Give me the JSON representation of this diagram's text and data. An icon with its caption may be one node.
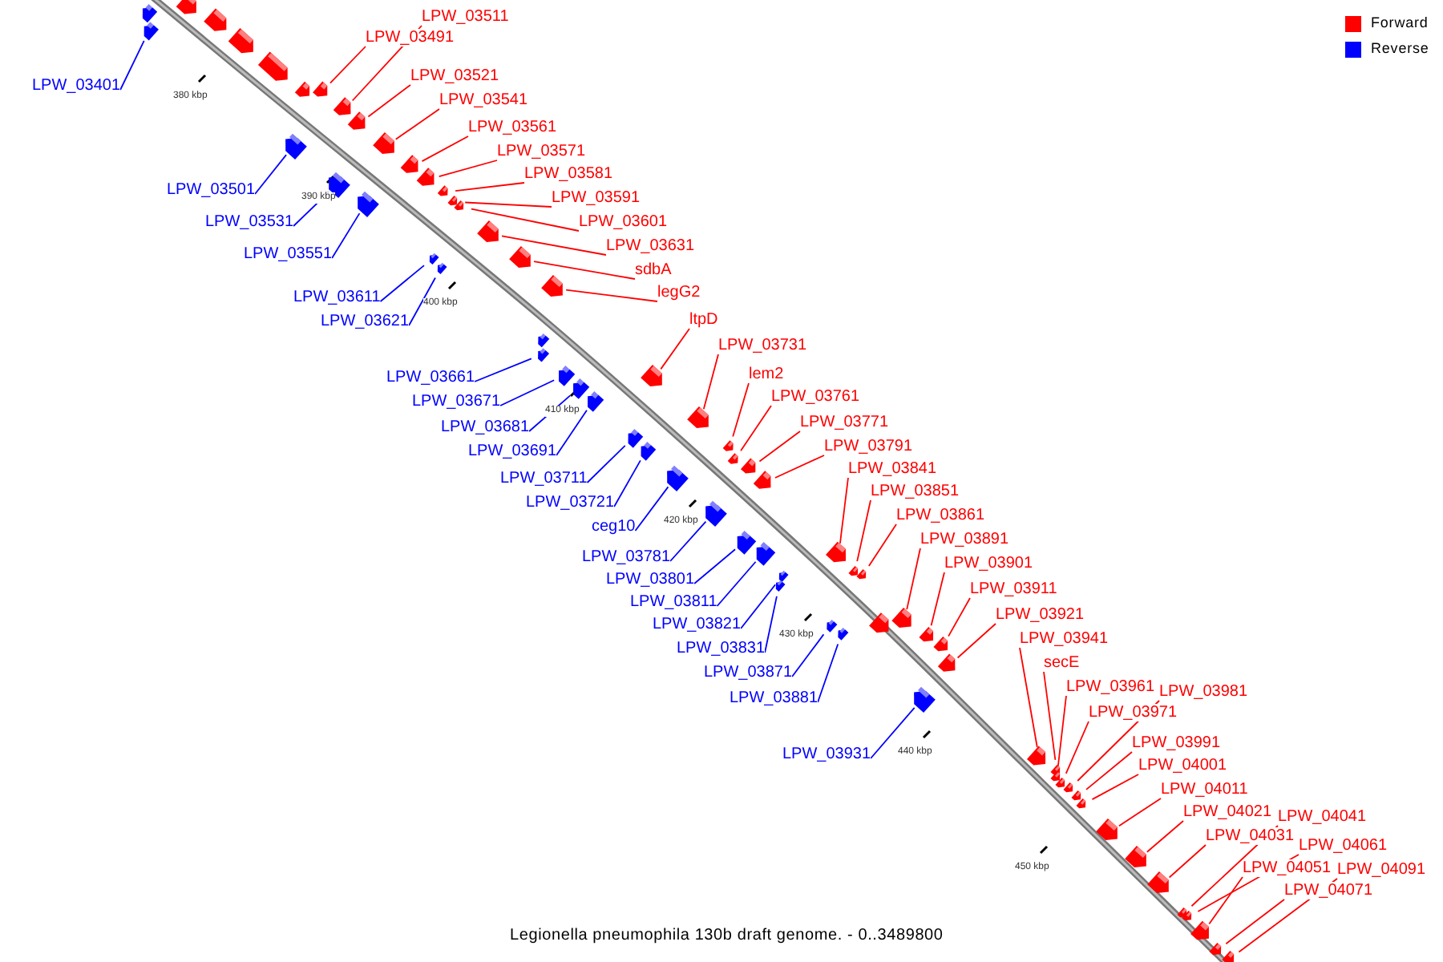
{
  "diagram": {
    "caption": "Legionella pneumophila 130b draft genome. - 0..3489800",
    "nodes": [
      {
        "text": [
          "LPW_03511"
        ]
      },
      {
        "text": [
          "LPW_03491"
        ]
      },
      {
        "text": [
          "LPW_03521"
        ]
      },
      {
        "text": [
          "LPW_03541"
        ]
      },
      {
        "text": [
          "LPW_03561"
        ]
      },
      {
        "text": [
          "LPW_03571"
        ]
      },
      {
        "text": [
          "LPW_03581"
        ]
      },
      {
        "text": [
          "LPW_03591"
        ]
      },
      {
        "text": [
          "LPW_03601"
        ]
      },
      {
        "text": [
          "LPW_03631"
        ]
      },
      {
        "text": [
          "sdbA"
        ]
      },
      {
        "text": [
          "legG2"
        ]
      },
      {
        "text": [
          "ltpD"
        ]
      },
      {
        "text": [
          "LPW_03731"
        ]
      },
      {
        "text": [
          "lem2"
        ]
      },
      {
        "text": [
          "LPW_03761"
        ]
      },
      {
        "text": [
          "LPW_03771"
        ]
      },
      {
        "text": [
          "LPW_03791"
        ]
      },
      {
        "text": [
          "LPW_03841"
        ]
      },
      {
        "text": [
          "LPW_03851"
        ]
      },
      {
        "text": [
          "LPW_03861"
        ]
      },
      {
        "text": [
          "LPW_03891"
        ]
      },
      {
        "text": [
          "LPW_03901"
        ]
      },
      {
        "text": [
          "LPW_03911"
        ]
      },
      {
        "text": [
          "LPW_03921"
        ]
      },
      {
        "text": [
          "LPW_03941"
        ]
      },
      {
        "text": [
          "secE"
        ]
      },
      {
        "text": [
          "LPW_03961"
        ]
      },
      {
        "text": [
          "LPW_03981"
        ]
      },
      {
        "text": [
          "LPW_03971"
        ]
      },
      {
        "text": [
          "LPW_03991"
        ]
      },
      {
        "text": [
          "LPW_04001"
        ]
      },
      {
        "text": [
          "LPW_04011"
        ]
      },
      {
        "text": [
          "LPW_04021"
        ]
      },
      {
        "text": [
          "LPW_04041"
        ]
      },
      {
        "text": [
          "LPW_04031"
        ]
      },
      {
        "text": [
          "LPW_04061"
        ]
      },
      {
        "text": [
          "LPW_04051"
        ]
      },
      {
        "text": [
          "LPW_04091"
        ]
      },
      {
        "text": [
          "LPW_04071"
        ]
      },
      {
        "text": [
          "LPW_03401"
        ]
      },
      {
        "text": [
          "LPW_03501"
        ]
      },
      {
        "text": [
          "LPW_03531"
        ]
      },
      {
        "text": [
          "LPW_03551"
        ]
      },
      {
        "text": [
          "LPW_03611"
        ]
      },
      {
        "text": [
          "LPW_03621"
        ]
      },
      {
        "text": [
          "LPW_03661"
        ]
      },
      {
        "text": [
          "LPW_03671"
        ]
      },
      {
        "text": [
          "LPW_03681"
        ]
      },
      {
        "text": [
          "LPW_03691"
        ]
      },
      {
        "text": [
          "LPW_03711"
        ]
      },
      {
        "text": [
          "LPW_03721"
        ]
      },
      {
        "text": [
          "ceg10"
        ]
      },
      {
        "text": [
          "LPW_03781"
        ]
      },
      {
        "text": [
          "LPW_03801"
        ]
      },
      {
        "text": [
          "LPW_03811"
        ]
      },
      {
        "text": [
          "LPW_03821"
        ]
      },
      {
        "text": [
          "LPW_03831"
        ]
      },
      {
        "text": [
          "LPW_03871"
        ]
      },
      {
        "text": [
          "LPW_03881"
        ]
      },
      {
        "text": [
          "LPW_03931"
        ]
      },
      {
        "text": [],
        "shape": "box"
      },
      {
        "text": [],
        "shape": "box"
      },
      {
        "text": [],
        "shape": "box"
      },
      {
        "text": [],
        "shape": "box"
      },
      {
        "text": [],
        "shape": "box"
      },
      {
        "text": [],
        "shape": "box"
      },
      {
        "text": [],
        "shape": "box"
      },
      {
        "text": [],
        "shape": "box"
      },
      {
        "text": [],
        "shape": "box"
      },
      {
        "text": [],
        "shape": "box"
      },
      {
        "text": [],
        "shape": "box"
      },
      {
        "text": [],
        "shape": "box"
      },
      {
        "text": [],
        "shape": "box"
      },
      {
        "text": [],
        "shape": "box"
      },
      {
        "text": [],
        "shape": "box"
      },
      {
        "text": [],
        "shape": "box"
      },
      {
        "text": [],
        "shape": "box"
      },
      {
        "text": [],
        "shape": "box"
      },
      {
        "text": [],
        "shape": "box"
      },
      {
        "text": [],
        "shape": "box"
      },
      {
        "text": [],
        "shape": "box"
      },
      {
        "text": [],
        "shape": "box"
      },
      {
        "text": [],
        "shape": "box"
      },
      {
        "text": [],
        "shape": "box"
      },
      {
        "text": [],
        "shape": "box"
      },
      {
        "text": [],
        "shape": "box"
      },
      {
        "text": [],
        "shape": "box"
      },
      {
        "text": [],
        "shape": "box"
      },
      {
        "text": [],
        "shape": "box"
      },
      {
        "text": [],
        "shape": "box"
      },
      {
        "text": [],
        "shape": "box"
      },
      {
        "text": [],
        "shape": "box"
      },
      {
        "text": [],
        "shape": "box"
      },
      {
        "text": [],
        "shape": "box"
      },
      {
        "text": [],
        "shape": "box"
      },
      {
        "text": [],
        "shape": "box"
      },
      {
        "text": [],
        "shape": "box"
      },
      {
        "text": [],
        "shape": "box"
      },
      {
        "text": [],
        "shape": "box"
      },
      {
        "text": [],
        "shape": "box"
      },
      {
        "text": [],
        "shape": "box"
      },
      {
        "text": [],
        "shape": "box"
      },
      {
        "text": [],
        "shape": "box"
      },
      {
        "text": [],
        "shape": "box"
      },
      {
        "text": [],
        "shape": "box"
      },
      {
        "text": [],
        "shape": "box"
      },
      {
        "text": [],
        "shape": "box"
      },
      {
        "text": [],
        "shape": "box"
      },
      {
        "text": [],
        "shape": "box"
      },
      {
        "text": [],
        "shape": "box"
      },
      {
        "text": [],
        "shape": "box"
      },
      {
        "text": [],
        "shape": "box"
      },
      {
        "text": [],
        "shape": "box"
      },
      {
        "text": [],
        "shape": "box"
      },
      {
        "text": [],
        "shape": "box"
      },
      {
        "text": [],
        "shape": "box"
      },
      {
        "text": [],
        "shape": "box"
      },
      {
        "text": [],
        "shape": "box"
      },
      {
        "text": [],
        "shape": "box"
      },
      {
        "text": [],
        "shape": "box"
      },
      {
        "text": [],
        "shape": "box"
      },
      {
        "text": [],
        "shape": "box"
      },
      {
        "text": [],
        "shape": "box"
      },
      {
        "text": [],
        "shape": "box"
      },
      {
        "text": [],
        "shape": "box"
      },
      {
        "text": [],
        "shape": "box"
      },
      {
        "text": [],
        "shape": "box"
      },
      {
        "text": [],
        "shape": "box"
      },
      {
        "text": [],
        "shape": "box"
      }
    ],
    "edges": [
      {
        "from": 0,
        "to": 61,
        "arrow": "none"
      },
      {
        "from": 1,
        "to": 62,
        "arrow": "none"
      },
      {
        "from": 2,
        "to": 63,
        "arrow": "none"
      },
      {
        "from": 3,
        "to": 64,
        "arrow": "none"
      },
      {
        "from": 4,
        "to": 65,
        "arrow": "none"
      },
      {
        "from": 5,
        "to": 66,
        "arrow": "none"
      },
      {
        "from": 6,
        "to": 67,
        "arrow": "none"
      },
      {
        "from": 7,
        "to": 68,
        "arrow": "none"
      },
      {
        "from": 8,
        "to": 69,
        "arrow": "none"
      },
      {
        "from": 9,
        "to": 70,
        "arrow": "none"
      },
      {
        "from": 10,
        "to": 71,
        "arrow": "none"
      },
      {
        "from": 11,
        "to": 72,
        "arrow": "none"
      },
      {
        "from": 12,
        "to": 73,
        "arrow": "none"
      },
      {
        "from": 13,
        "to": 74,
        "arrow": "none"
      },
      {
        "from": 14,
        "to": 75,
        "arrow": "none"
      },
      {
        "from": 15,
        "to": 76,
        "arrow": "none"
      },
      {
        "from": 16,
        "to": 77,
        "arrow": "none"
      },
      {
        "from": 17,
        "to": 78,
        "arrow": "none"
      },
      {
        "from": 18,
        "to": 79,
        "arrow": "none"
      },
      {
        "from": 19,
        "to": 80,
        "arrow": "none"
      },
      {
        "from": 20,
        "to": 81,
        "arrow": "none"
      },
      {
        "from": 21,
        "to": 82,
        "arrow": "none"
      },
      {
        "from": 22,
        "to": 83,
        "arrow": "none"
      },
      {
        "from": 23,
        "to": 84,
        "arrow": "none"
      },
      {
        "from": 24,
        "to": 85,
        "arrow": "none"
      },
      {
        "from": 25,
        "to": 86,
        "arrow": "none"
      },
      {
        "from": 26,
        "to": 87,
        "arrow": "none"
      },
      {
        "from": 27,
        "to": 88,
        "arrow": "none"
      },
      {
        "from": 28,
        "to": 89,
        "arrow": "none"
      },
      {
        "from": 29,
        "to": 90,
        "arrow": "none"
      },
      {
        "from": 30,
        "to": 91,
        "arrow": "none"
      },
      {
        "from": 31,
        "to": 92,
        "arrow": "none"
      },
      {
        "from": 32,
        "to": 93,
        "arrow": "none"
      },
      {
        "from": 33,
        "to": 94,
        "arrow": "none"
      },
      {
        "from": 34,
        "to": 95,
        "arrow": "none"
      },
      {
        "from": 35,
        "to": 96,
        "arrow": "none"
      },
      {
        "from": 36,
        "to": 97,
        "arrow": "none"
      },
      {
        "from": 37,
        "to": 98,
        "arrow": "none"
      },
      {
        "from": 38,
        "to": 99,
        "arrow": "none"
      },
      {
        "from": 39,
        "to": 100,
        "arrow": "none"
      },
      {
        "from": 40,
        "to": 101,
        "arrow": "none",
        "color": "#0000ff"
      },
      {
        "from": 41,
        "to": 102,
        "arrow": "none",
        "color": "#0000ff"
      },
      {
        "from": 42,
        "to": 103,
        "arrow": "none",
        "color": "#0000ff"
      },
      {
        "from": 43,
        "to": 104,
        "arrow": "none",
        "color": "#0000ff"
      },
      {
        "from": 44,
        "to": 105,
        "arrow": "none",
        "color": "#0000ff"
      },
      {
        "from": 45,
        "to": 106,
        "arrow": "none",
        "color": "#0000ff"
      },
      {
        "from": 46,
        "to": 107,
        "arrow": "none",
        "color": "#0000ff"
      },
      {
        "from": 47,
        "to": 108,
        "arrow": "none",
        "color": "#0000ff"
      },
      {
        "from": 48,
        "to": 109,
        "arrow": "none",
        "color": "#0000ff"
      },
      {
        "from": 49,
        "to": 110,
        "arrow": "none",
        "color": "#0000ff"
      },
      {
        "from": 50,
        "to": 111,
        "arrow": "none",
        "color": "#0000ff"
      },
      {
        "from": 51,
        "to": 112,
        "arrow": "none",
        "color": "#0000ff"
      },
      {
        "from": 52,
        "to": 113,
        "arrow": "none",
        "color": "#0000ff"
      },
      {
        "from": 53,
        "to": 114,
        "arrow": "none",
        "color": "#0000ff"
      },
      {
        "from": 54,
        "to": 115,
        "arrow": "none",
        "color": "#0000ff"
      },
      {
        "from": 55,
        "to": 116,
        "arrow": "none",
        "color": "#0000ff"
      },
      {
        "from": 56,
        "to": 117,
        "arrow": "none",
        "color": "#0000ff"
      },
      {
        "from": 57,
        "to": 118,
        "arrow": "none",
        "color": "#0000ff"
      },
      {
        "from": 58,
        "to": 119,
        "arrow": "none",
        "color": "#0000ff"
      },
      {
        "from": 59,
        "to": 120,
        "arrow": "none",
        "color": "#0000ff"
      },
      {
        "from": 60,
        "to": 121,
        "arrow": "none",
        "color": "#0000ff"
      }
    ],
    "labels": [
      "380 kbp",
      "390 kbp",
      "400 kbp",
      "410 kbp",
      "420 kbp",
      "430 kbp",
      "440 kbp",
      "450 kbp"
    ],
    "legend": [
      {
        "text": "Forward",
        "color": "#ff0000"
      },
      {
        "text": "Reverse",
        "color": "#0000ff"
      }
    ]
  }
}
